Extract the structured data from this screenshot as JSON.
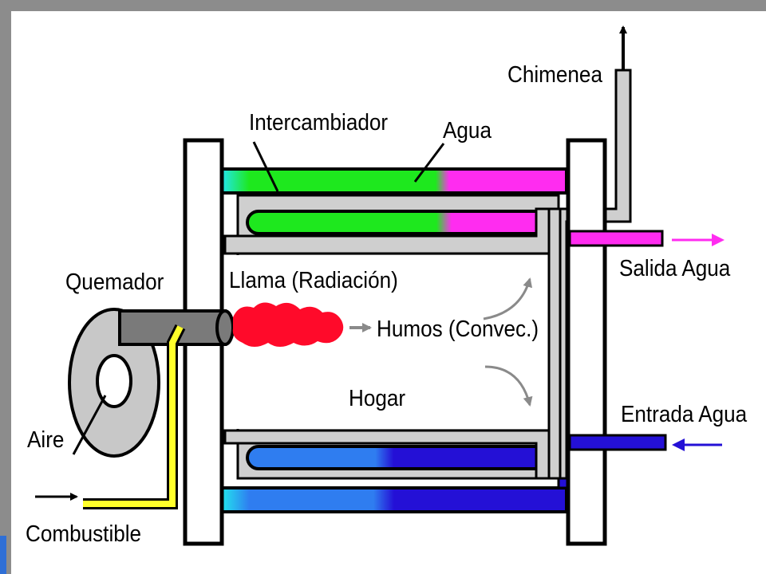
{
  "labels": {
    "chimenea": "Chimenea",
    "intercambiador": "Intercambiador",
    "agua": "Agua",
    "salida_agua": "Salida Agua",
    "quemador": "Quemador",
    "llama": "Llama (Radiación)",
    "humos": "Humos (Convec.)",
    "hogar": "Hogar",
    "entrada_agua": "Entrada Agua",
    "aire": "Aire",
    "combustible": "Combustible"
  },
  "colors": {
    "cyan": "#22e6ee",
    "green": "#1ee81e",
    "magenta": "#ff2cf0",
    "blue": "#2f7df0",
    "dark_blue": "#2410d6",
    "gray_pipe": "#cfcfcf",
    "burner": "#7a7a7a",
    "flame": "#ff0a2a",
    "fuel": "#ffff2a"
  }
}
